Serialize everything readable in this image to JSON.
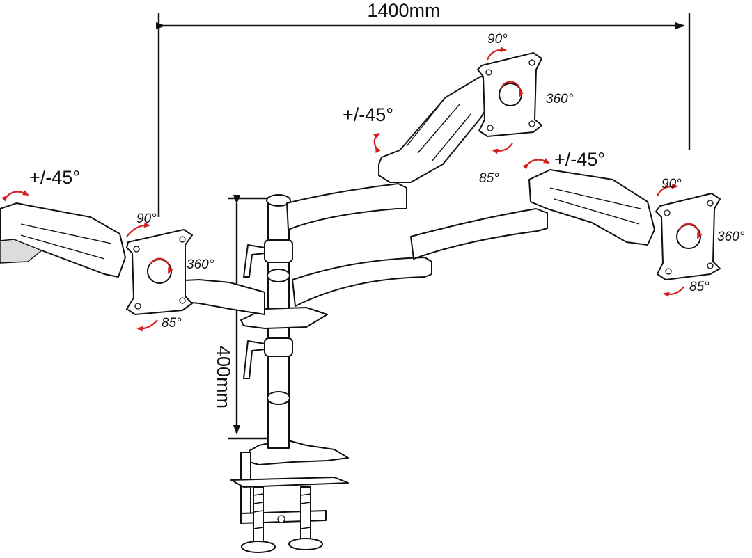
{
  "dimensions": {
    "width_label": "1400mm",
    "height_label": "400mm"
  },
  "left_arm": {
    "swivel_label": "+/-45°",
    "tilt_up_label": "90°",
    "rotate_label": "360°",
    "tilt_down_label": "85°"
  },
  "top_arm": {
    "swivel_label": "+/-45°",
    "tilt_up_label": "90°",
    "rotate_label": "360°",
    "tilt_down_label": "85°"
  },
  "right_arm": {
    "swivel_label": "+/-45°",
    "tilt_up_label": "90°",
    "rotate_label": "360°",
    "tilt_down_label": "85°"
  },
  "colors": {
    "line": "#111111",
    "motion_arrow": "#d32020",
    "fill": "#ffffff"
  }
}
